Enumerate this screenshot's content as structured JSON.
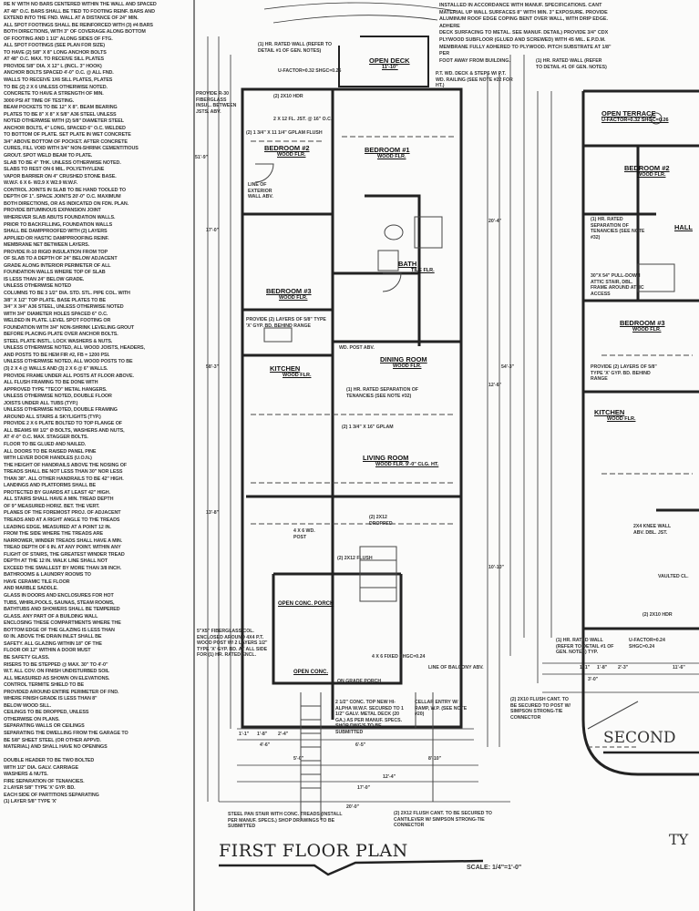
{
  "drawing": {
    "title": "FIRST FLOOR PLAN",
    "scale": "SCALE: 1/4\"=1'-0\"",
    "second_title": "SECOND",
    "corner_mark": "TY"
  },
  "general_notes": [
    "RE N' WITH NO BARS CENTERED WITHIN THE WALL AND SPACED",
    "AT 48\" O.C. BARS SHALL BE TIED TO FOOTING REINF. BARS AND",
    "EXTEND INTO THE FND. WALL AT A DISTANCE OF 24\" MIN.",
    "ALL SPOT FOOTINGS SHALL BE REINFORCED WITH (3) #4 BARS",
    "BOTH DIRECTIONS, WITH 3\" OF COVERAGE ALONG BOTTOM",
    "OF FOOTING AND 1 1/2\" ALONG SIDES OF FTG.",
    "ALL SPOT FOOTINGS (SEE PLAN FOR SIZE)",
    "TO HAVE (2) 5/8\" X 8\" LONG ANCHOR BOLTS",
    "AT 48\" O.C. MAX. TO RECEIVE SILL PLATES",
    "PROVIDE 5/8\" DIA. X 12\" L (INCL. 3\" HOOK)",
    "ANCHOR BOLTS SPACED 4'-0\" O.C. @ ALL FND.",
    "WALLS TO RECEIVE 1X6 SILL PLATES, PLATES",
    "TO BE (2) 2 X 6 UNLESS OTHERWISE NOTED.",
    "CONCRETE TO HAVE A STRENGTH OF MIN.",
    "3000 PSI AT TIME OF TESTING.",
    "BEAM POCKETS TO BE 12\" X 8\". BEAM BEARING",
    "PLATES TO BE 8\" X 8\" X 5/8\" A36 STEEL UNLESS",
    "NOTED OTHERWISE WITH (2) 5/8\" DIAMETER STEEL",
    "ANCHOR BOLTS, 4\" LONG, SPACED 6\" O.C. WELDED",
    "TO BOTTOM OF PLATE. SET PLATE IN WET CONCRETE",
    "3/4\" ABOVE BOTTOM OF POCKET. AFTER CONCRETE",
    "CURES, FILL VOID WITH 3/4\" NON-SHRINK CEMENTITIOUS",
    "GROUT. SPOT WELD BEAM TO PLATE.",
    "SLAB TO BE 4\" THK. UNLESS OTHERWISE NOTED.",
    "SLABS TO REST ON 6 MIL. POLYETHYLENE",
    "VAPOR BARRIER ON 4\" CRUSHED STONE BASE.",
    "W.W.F. 6 X 6- W2.9 X W2.9 W.W.F.",
    "CONTROL JOINTS IN SLAB TO BE HAND TOOLED TO",
    "DEPTH OF 1\". SPACE JOINTS 20'-0\" O.C. MAXIMUM",
    "BOTH DIRECTIONS, OR AS INDICATED ON FDN. PLAN.",
    "PROVIDE BITUMINOUS EXPANSION JOINT",
    "WHEREVER SLAB ABUTS FOUNDATION WALLS.",
    "PRIOR TO BACKFILLING, FOUNDATION WALLS",
    "SHALL BE DAMPPROOFED WITH (2) LAYERS",
    "APPLIED OR HASTIC DAMPPROOFING REINF.",
    "MEMBRANE NET BETWEEN LAYERS.",
    "PROVIDE R-10 RIGID INSULATION FROM TOP",
    "OF SLAB TO A DEPTH OF 24\" BELOW ADJACENT",
    "GRADE ALONG INTERIOR PERIMETER OF ALL",
    "FOUNDATION WALLS WHERE TOP OF SLAB",
    "IS LESS THAN 24\" BELOW GRADE.",
    "UNLESS OTHERWISE NOTED",
    "COLUMNS TO BE 3 1/2\" DIA. STD. STL. PIPE COL. WITH",
    "3/8\" X 1/2\" TOP PLATE. BASE PLATES TO BE",
    "3/4\" X 3/4\" A36 STEEL, UNLESS OTHERWISE NOTED",
    "WITH 3/4\" DIAMETER HOLES SPACED 6\" O.C.",
    "WELDED IN PLATE. LEVEL SPOT FOOTING OR",
    "FOUNDATION WITH 3/4\" NON-SHRINK LEVELING GROUT",
    "BEFORE PLACING PLATE OVER ANCHOR BOLTS.",
    "STEEL PLATE INSTL. LOCK WASHERS & NUTS.",
    "UNLESS OTHERWISE NOTED, ALL WOOD JOISTS, HEADERS,",
    "AND POSTS TO BE HEM FIR #2, Fb = 1200 PSI.",
    "UNLESS OTHERWISE NOTED, ALL WOOD POSTS TO BE",
    "(3) 2 X 4 @ WALLS AND (3) 2 X 6 @ 6\" WALLS.",
    "PROVIDE FRAME UNDER ALL POSTS AT FLOOR ABOVE.",
    "ALL FLUSH FRAMING TO BE DONE WITH",
    "APPROVED TYPE \"TECO\" METAL HANGERS.",
    "UNLESS OTHERWISE NOTED, DOUBLE FLOOR",
    "JOISTS UNDER ALL TUBS (TYP.)",
    "UNLESS OTHERWISE NOTED, DOUBLE FRAMING",
    "AROUND ALL STAIRS & SKYLIGHTS (TYP.)",
    "PROVIDE 2 X 6 PLATE BOLTED TO TOP FLANGE OF",
    "ALL BEAMS W/ 1/2\" Ø BOLTS, WASHERS AND NUTS,",
    "AT 4'-0\" O.C. MAX. STAGGER BOLTS.",
    "FLOOR TO BE GLUED AND NAILED.",
    "ALL DOORS TO BE RAISED PANEL PINE",
    "WITH LEVER DOOR HANDLES (U.O.N.)",
    "THE HEIGHT OF HANDRAILS ABOVE THE NOSING OF",
    "TREADS SHALL BE NOT LESS THAN 30\" NOR LESS",
    "THAN 38\". ALL OTHER HANDRAILS TO BE 42\" HIGH.",
    "LANDINGS AND PLATFORMS SHALL BE",
    "PROTECTED BY GUARDS AT LEAST 42\" HIGH.",
    "ALL STAIRS SHALL HAVE A MIN. TREAD DEPTH",
    "OF 9\" MEASURED HORIZ. BET. THE VERT.",
    "PLANES OF THE FOREMOST PROJ. OF ADJACENT",
    "TREADS AND AT A RIGHT ANGLE TO THE TREADS",
    "LEADING EDGE. MEASURED AT A POINT 12 IN.",
    "FROM THE SIDE WHERE THE TREADS ARE",
    "NARROWER, WINDER TREADS SHALL HAVE A MIN.",
    "TREAD DEPTH OF 6 IN. AT ANY POINT. WITHIN ANY",
    "FLIGHT OF STAIRS, THE GREATEST WINDER TREAD",
    "DEPTH AT THE 12 IN. WALK LINE SHALL NOT",
    "EXCEED THE SMALLEST BY MORE THAN 3/8 INCH.",
    "BATHROOMS & LAUNDRY ROOMS TO",
    "HAVE CERAMIC TILE FLOOR",
    "AND MARBLE SADDLE.",
    "GLASS IN DOORS AND ENCLOSURES FOR HOT",
    "TUBS, WHIRLPOOLS, SAUNAS, STEAM ROOMS,",
    "BATHTUBS AND SHOWERS SHALL BE TEMPERED",
    "GLASS. ANY PART OF A BUILDING WALL",
    "ENCLOSING THESE COMPARTMENTS WHERE THE",
    "BOTTOM EDGE OF THE GLAZING IS LESS THAN",
    "60 IN. ABOVE THE DRAIN INLET SHALL BE",
    "SAFETY. ALL GLAZING WITHIN 18\" OF THE",
    "FLOOR OR 12\" WITHIN A DOOR MUST",
    "BE SAFETY GLASS.",
    "RISERS TO BE STEPPED @ MAX. 30\" TO 4'-0\"",
    "W.T. ALL COV. ON FINISH UNDISTURBED SOIL",
    "ALL MEASURED AS SHOWN ON ELEVATIONS.",
    "CONTROL TERMITE SHIELD TO BE",
    "PROVIDED AROUND ENTIRE PERIMETER OF FND.",
    "WHERE FINISH GRADE IS LESS THAN 8\"",
    "BELOW WOOD SILL.",
    "CEILINGS TO BE DROPPED, UNLESS",
    "OTHERWISE ON PLANS.",
    "SEPARATING WALLS OR CEILINGS",
    "SEPARATING THE DWELLING FROM THE GARAGE TO",
    "BE 5/8\" SHEET STEEL (OR OTHER APPVD.",
    "MATERIAL) AND SHALL HAVE NO OPENINGS",
    "",
    "DOUBLE HEADER TO BE TWO BOLTED",
    "WITH 1/2\" DIA. GALV. CARRIAGE",
    "WASHERS & NUTS.",
    "FIRE SEPARATION OF TENANCIES.",
    "2 LAYER 5/8\" TYPE 'X' GYP. BD.",
    "EACH SIDE OF PARTITIONS SEPARATING",
    "(1) LAYER 5/8\" TYPE 'X'"
  ],
  "top_note": [
    "INSTALLED IN ACCORDANCE WITH MANUF. SPECIFICATIONS. CANT",
    "MATERIAL UP WALL SURFACES 8\" WITH MIN. 3\" EXPOSURE. PROVIDE",
    "ALUMINUM ROOF EDGE COPING BENT OVER WALL, WITH DRIP EDGE. ADHERE",
    "DECK SURFACING TO METAL. SEE MANUF. DETAIL) PROVIDE 3/4\" CDX",
    "PLYWOOD SUBFLOOR (GLUED AND SCREWED) WITH 45 MIL. E.P.D.M.",
    "MEMBRANE FULLY ADHERED TO PLYWOOD. PITCH SUBSTRATE AT 1/8\" PER",
    "FOOT AWAY FROM BUILDING."
  ],
  "first_floor": {
    "rooms": [
      {
        "name": "OPEN DECK",
        "sub": "11'-10\""
      },
      {
        "name": "BEDROOM #2",
        "sub": "WOOD FLR."
      },
      {
        "name": "BEDROOM #1",
        "sub": "WOOD FLR."
      },
      {
        "name": "BEDROOM #3",
        "sub": "WOOD FLR."
      },
      {
        "name": "BATH",
        "sub": "TILE FLR."
      },
      {
        "name": "KITCHEN",
        "sub": "WOOD FLR."
      },
      {
        "name": "DINING ROOM",
        "sub": "WOOD FLR."
      },
      {
        "name": "LIVING ROOM",
        "sub": "WOOD FLR.  9'-0\" CLG. HT."
      },
      {
        "name": "OPEN CONC. PORCH",
        "sub": ""
      },
      {
        "name": "OPEN CONC.",
        "sub": ""
      }
    ],
    "callouts": [
      "(1) HR. RATED WALL (REFER TO DETAIL #1 OF GEN. NOTES)",
      "U-FACTOR=0.32  SHGC=0.26",
      "P.T. WD. DECK & STEPS W/ P.T. WD. RAILING (SEE NOTE #22 FOR HT.)",
      "(2) 2x10 HDR",
      "2 X 12 FL. JST. @ 16\" O.C.",
      "(2) 1 3/4\" X 11 1/4\" GPLAM FLUSH",
      "LINE OF EXTERIOR WALL ABV.",
      "PROVIDE R-30 FIBERGLASS INSUL. BETWEEN JSTS. ABV.",
      "PROVIDE (2) LAYERS OF 5/8\" TYPE 'X' GYP. BD. BEHIND RANGE",
      "WD. POST ABV.",
      "(1) HR. RATED SEPARATION OF TENANCIES (SEE NOTE #32)",
      "(2) 1 3/4\" X 16\" GPLAM",
      "(2) 2x12 DROPPED",
      "4 x 6 WD. POST",
      "(2) 2x12 FLUSH",
      "LINE OF BALCONY ABV.",
      "ON GRADE PORCH",
      "4 x 6 FIXED SHGC=0.24",
      "5\"x5\" FIBERGLASS COL. ENCLOSED AROUND 4x4 P.T. WOOD POST W/ 2 LAYERS 1/2\" TYPE 'X' GYP. BD. AT ALL SIDE FOR (1) HR. RATED ENCL.",
      "2 1/2\" CONC. TOP NEW HI-ALPHA W.W.F. SECURED TO 1 1/2\" GALV. METAL DECK (20 GA.) AS PER MANUF. SPECS. SHOP DWG'S TO BE SUBMITTED",
      "CELLAR ENTRY W/ RAMP, W.P. (SEE NOTE #20)",
      "STEEL PAN STAIR WITH CONC. TREADS (INSTALL PER MANUF. SPECS.) SHOP DRAWINGS TO BE SUBMITTED",
      "(2) 2x12 FLUSH CANT. TO BE SECURED TO CANTILEVER W/ SIMPSON STRONG-TIE CONNECTOR",
      "(2) 2x10 FLUSH CANT. TO BE SECURED TO POST W/ SIMPSON STRONG-TIE CONNECTOR"
    ],
    "dimensions_bottom": [
      "1'-1\"",
      "1'-8\"",
      "2'-4\"",
      "4'-6\"",
      "6'-5\"",
      "5'-0\"",
      "8'-10\"",
      "12'-4\"",
      "17'-0\"",
      "20'-0\""
    ],
    "dimensions_side": [
      "51'-9\"",
      "58'-3\"",
      "54'-3\"",
      "17'-0\"",
      "13'-8\"",
      "20'-4\"",
      "12'-6\"",
      "10'-10\""
    ]
  },
  "second_floor": {
    "rooms": [
      {
        "name": "OPEN TERRACE",
        "sub": "U-FACTOR=0.32 SHGC=0.26"
      },
      {
        "name": "BEDROOM #2",
        "sub": "WOOD FLR."
      },
      {
        "name": "HALL",
        "sub": ""
      },
      {
        "name": "BEDROOM #3",
        "sub": "WOOD FLR."
      },
      {
        "name": "KITCHEN",
        "sub": "WOOD FLR."
      }
    ],
    "callouts": [
      "(1) HR. RATED WALL (REFER TO DETAIL #1 OF GEN. NOTES)",
      "(1) HR. RATED SEPARATION OF TENANCIES (SEE NOTE #32)",
      "30\"x 54\" PULL-DOWN ATTIC STAIR, DBL. FRAME AROUND ATTIC ACCESS",
      "PROVIDE (2) LAYERS OF 5/8\" TYPE 'X' GYP. BD. BEHIND RANGE",
      "2x4 KNEE WALL ABV. DBL. JST.",
      "VAULTED CL.",
      "(2) 2x10 HDR",
      "(1) HR. RATED WALL (REFER TO DETAIL #1 OF GEN. NOTES) TYP.",
      "U-FACTOR=0.24 SHGC=0.24"
    ],
    "dimensions": [
      "1'-1\"",
      "1'-8\"",
      "2'-3\"",
      "3'-0\"",
      "11'-6\""
    ]
  }
}
